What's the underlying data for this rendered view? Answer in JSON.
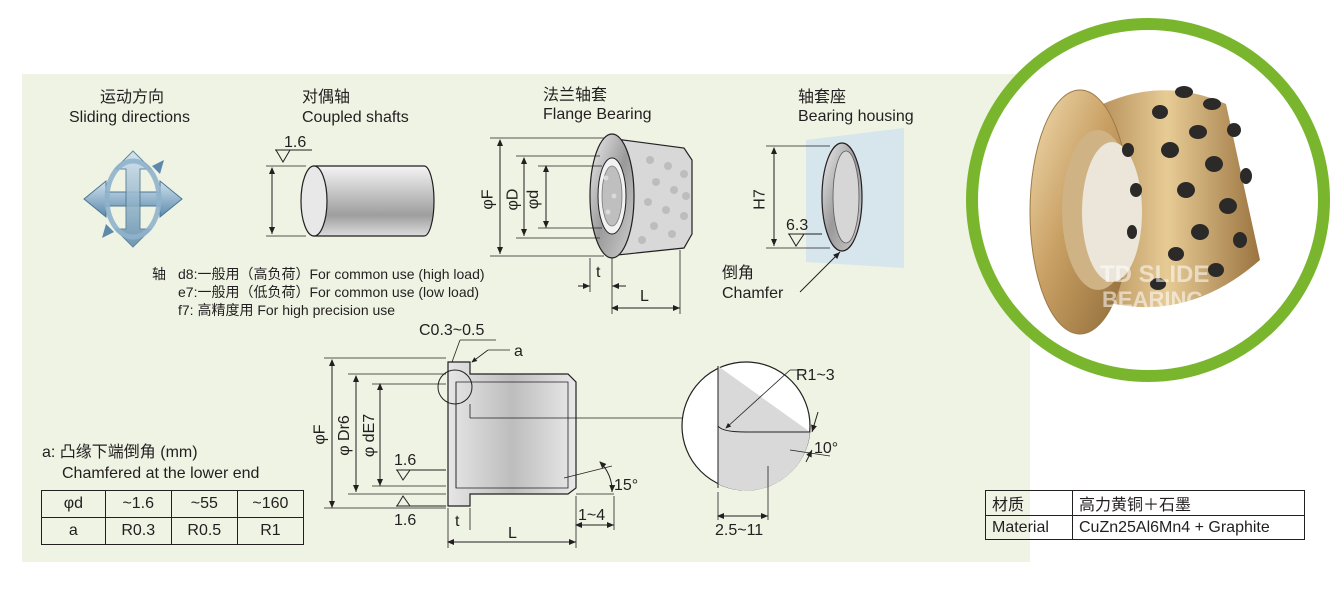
{
  "sections": {
    "sliding": {
      "cn": "运动方向",
      "en": "Sliding directions"
    },
    "shafts": {
      "cn": "对偶轴",
      "en": "Coupled shafts",
      "roughness": "1.6"
    },
    "flange": {
      "cn": "法兰轴套",
      "en": "Flange Bearing",
      "dims": [
        "φF",
        "φD",
        "φd",
        "t",
        "L"
      ]
    },
    "housing": {
      "cn": "轴套座",
      "en": "Bearing housing",
      "fit": "H7",
      "roughness": "6.3",
      "chamfer_cn": "倒角",
      "chamfer_en": "Chamfer"
    }
  },
  "shaft_tolerances": {
    "prefix": "轴",
    "lines": [
      "d8:一般用（高负荷）For common use (high load)",
      "e7:一般用（低负荷）For common use (low load)",
      "f7: 高精度用 For high precision use"
    ]
  },
  "section_view": {
    "chamfer": "C0.3~0.5",
    "a": "a",
    "dims": [
      "φF",
      "φ Dr6",
      "φ dE7"
    ],
    "roughness_top": "1.6",
    "roughness_bottom": "1.6",
    "t": "t",
    "L": "L",
    "groove_depth": "1~4",
    "angle": "15°",
    "detail_radius": "R1~3",
    "detail_angle": "10°",
    "detail_width": "2.5~11"
  },
  "chamfer_note": {
    "cn": "a: 凸缘下端倒角 (mm)",
    "en": "Chamfered at the lower end"
  },
  "chamfer_table": {
    "headers": [
      "φd",
      "~1.6",
      "~55",
      "~160"
    ],
    "row": [
      "a",
      "R0.3",
      "R0.5",
      "R1"
    ]
  },
  "material_table": [
    [
      "材质",
      "高力黄铜＋石墨"
    ],
    [
      "Material",
      "CuZn25Al6Mn4 + Graphite"
    ]
  ],
  "photo": {
    "watermark_line1": "TD SLIDE",
    "watermark_line2": "BEARING"
  },
  "colors": {
    "panel": "#eef3e3",
    "ring": "#7ab62d",
    "bronze": "#c9a064",
    "arrow": "#6f98b5"
  }
}
